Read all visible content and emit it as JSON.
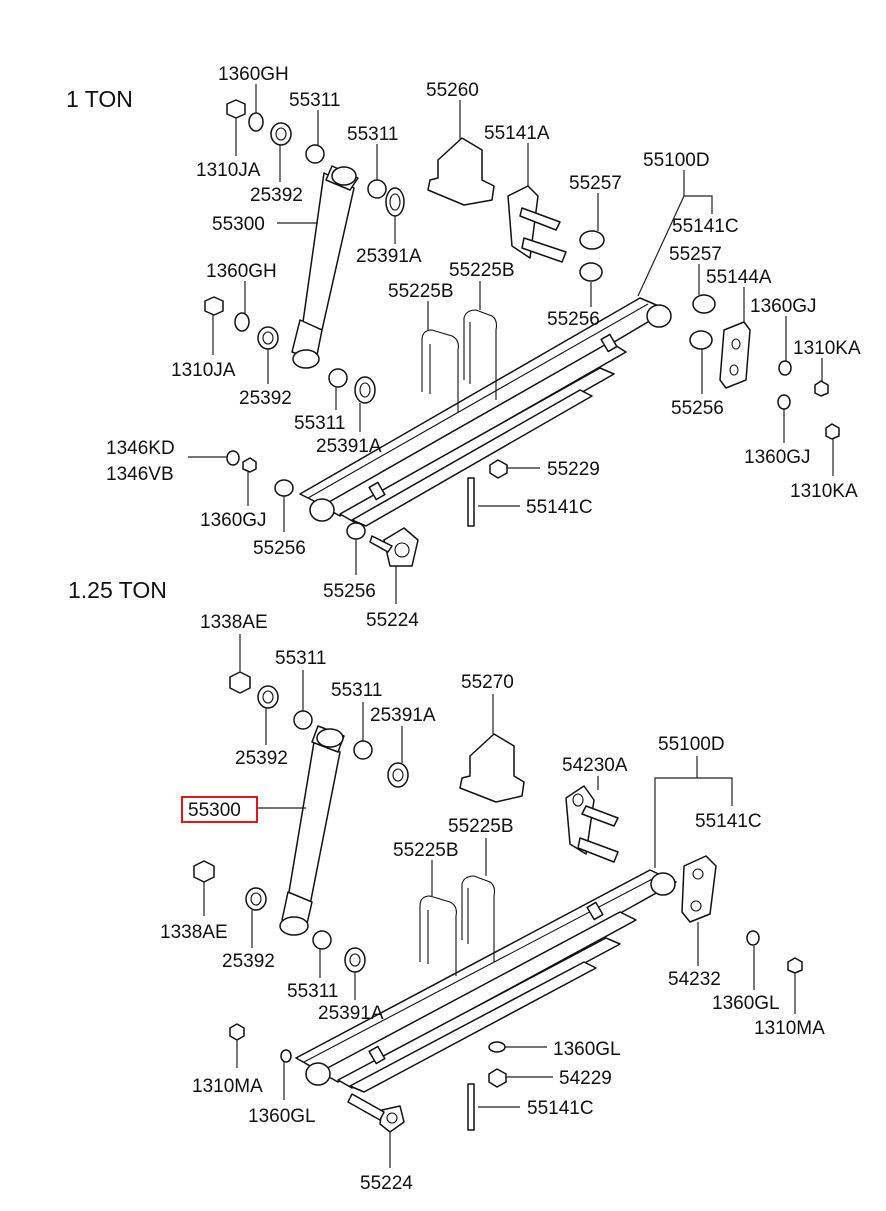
{
  "sections": [
    {
      "title": "1 TON",
      "labels": [
        "1360GH",
        "55311",
        "55260",
        "1310JA",
        "55311",
        "55141A",
        "25392",
        "55257",
        "55100D",
        "55300",
        "25391A",
        "55141C",
        "55257",
        "1360GH",
        "55225B",
        "55144A",
        "55225B",
        "1360GJ",
        "55256",
        "1310KA",
        "1310JA",
        "25392",
        "55256",
        "55311",
        "25391A",
        "1360GJ",
        "1346KD",
        "55229",
        "1346VB",
        "1310KA",
        "1360GJ",
        "55141C",
        "55256",
        "55256",
        "55224"
      ]
    },
    {
      "title": "1.25 TON",
      "labels": [
        "1338AE",
        "55311",
        "55311",
        "55270",
        "25391A",
        "55100D",
        "54230A",
        "25392",
        "55300",
        "55141C",
        "55225B",
        "55225B",
        "1338AE",
        "25392",
        "54232",
        "1360GL",
        "55311",
        "1310MA",
        "25391A",
        "1360GL",
        "54229",
        "1310MA",
        "1360GL",
        "55141C",
        "55224"
      ]
    }
  ],
  "highlighted_part": "55300",
  "colors": {
    "highlight": "#e01818",
    "line": "#111111",
    "background": "#ffffff"
  }
}
